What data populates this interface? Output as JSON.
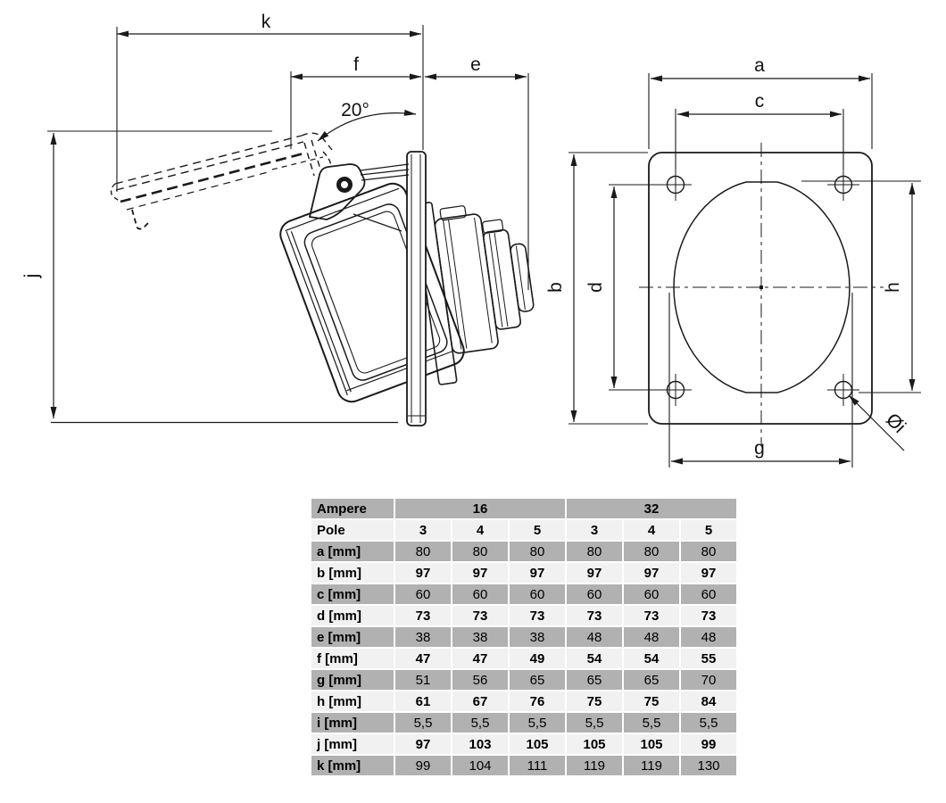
{
  "colors": {
    "line": "#1a1a1a",
    "row_gray": "#b1b1b1",
    "row_light": "#f1f1f1",
    "text": "#000000"
  },
  "side_view": {
    "dim_k": "k",
    "dim_f": "f",
    "dim_e": "e",
    "dim_angle": "20°",
    "dim_j": "j"
  },
  "front_view": {
    "dim_a": "a",
    "dim_c": "c",
    "dim_b": "b",
    "dim_d": "d",
    "dim_h": "h",
    "dim_g": "g",
    "dim_i": "Øi"
  },
  "table": {
    "ampere_label": "Ampere",
    "ampere_16": "16",
    "ampere_32": "32",
    "pole_label": "Pole",
    "pole_values": [
      "3",
      "4",
      "5",
      "3",
      "4",
      "5"
    ],
    "rows": [
      {
        "label": "a [mm]",
        "values": [
          "80",
          "80",
          "80",
          "80",
          "80",
          "80"
        ]
      },
      {
        "label": "b [mm]",
        "values": [
          "97",
          "97",
          "97",
          "97",
          "97",
          "97"
        ]
      },
      {
        "label": "c [mm]",
        "values": [
          "60",
          "60",
          "60",
          "60",
          "60",
          "60"
        ]
      },
      {
        "label": "d [mm]",
        "values": [
          "73",
          "73",
          "73",
          "73",
          "73",
          "73"
        ]
      },
      {
        "label": "e [mm]",
        "values": [
          "38",
          "38",
          "38",
          "48",
          "48",
          "48"
        ]
      },
      {
        "label": "f [mm]",
        "values": [
          "47",
          "47",
          "49",
          "54",
          "54",
          "55"
        ]
      },
      {
        "label": "g [mm]",
        "values": [
          "51",
          "56",
          "65",
          "65",
          "65",
          "70"
        ]
      },
      {
        "label": "h [mm]",
        "values": [
          "61",
          "67",
          "76",
          "75",
          "75",
          "84"
        ]
      },
      {
        "label": "i [mm]",
        "values": [
          "5,5",
          "5,5",
          "5,5",
          "5,5",
          "5,5",
          "5,5"
        ]
      },
      {
        "label": "j [mm]",
        "values": [
          "97",
          "103",
          "105",
          "105",
          "105",
          "99"
        ]
      },
      {
        "label": "k [mm]",
        "values": [
          "99",
          "104",
          "111",
          "119",
          "119",
          "130"
        ]
      }
    ]
  }
}
